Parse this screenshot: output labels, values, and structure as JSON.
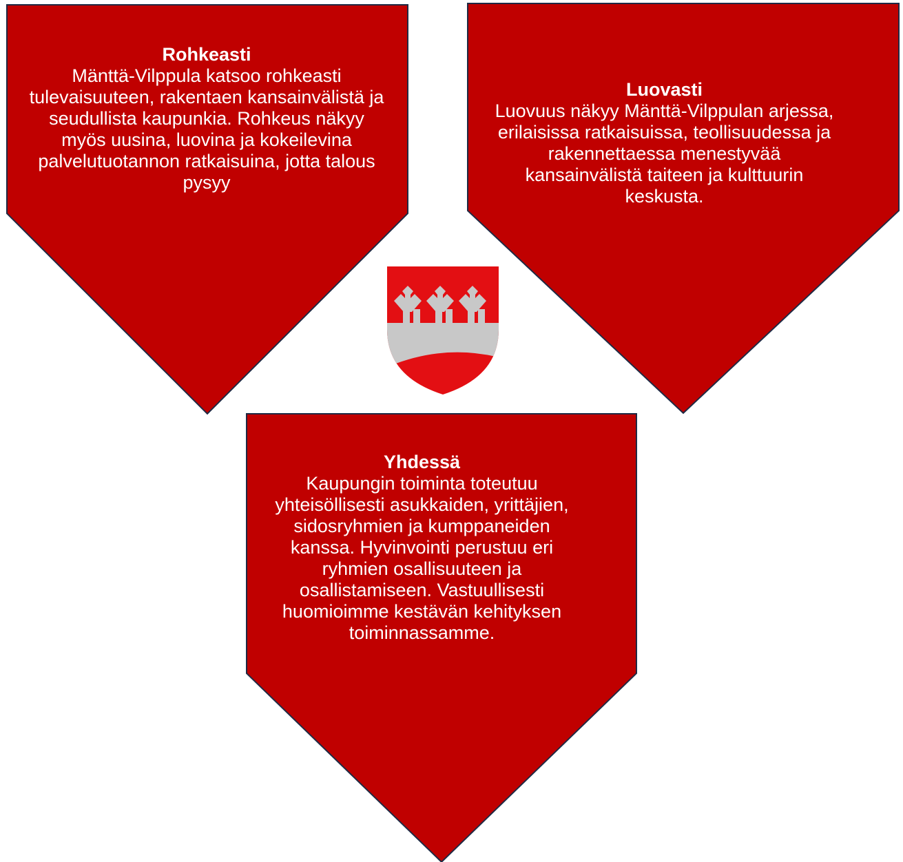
{
  "colors": {
    "card_fill": "#c00000",
    "card_stroke": "#1f2a44",
    "text": "#ffffff",
    "crest_red": "#e30f13",
    "crest_silver": "#c8c8c8"
  },
  "cards": {
    "rohkeasti": {
      "title": "Rohkeasti",
      "body": "Mänttä-Vilppula katsoo rohkeasti tulevaisuuteen, rakentaen kansainvälistä ja seudullista kaupunkia. Rohkeus näkyy myös uusina, luovina ja kokeilevina palvelutuotannon ratkaisuina, jotta talous pysyy"
    },
    "luovasti": {
      "title": "Luovasti",
      "body": "Luovuus näkyy Mänttä-Vilppulan arjessa, erilaisissa ratkaisuissa, teollisuudessa ja rakennettaessa menestyvää kansainvälistä taiteen ja kulttuurin keskusta."
    },
    "yhdessa": {
      "title": "Yhdessä",
      "body": "Kaupungin toiminta toteutuu yhteisöllisesti asukkaiden, yrittäjien, sidosryhmien ja kumppaneiden kanssa. Hyvinvointi perustuu eri ryhmien osallisuuteen ja osallistamiseen. Vastuullisesti huomioimme kestävän kehityksen toiminnassamme."
    }
  },
  "crest": {
    "icon": "coat-of-arms-icon"
  }
}
